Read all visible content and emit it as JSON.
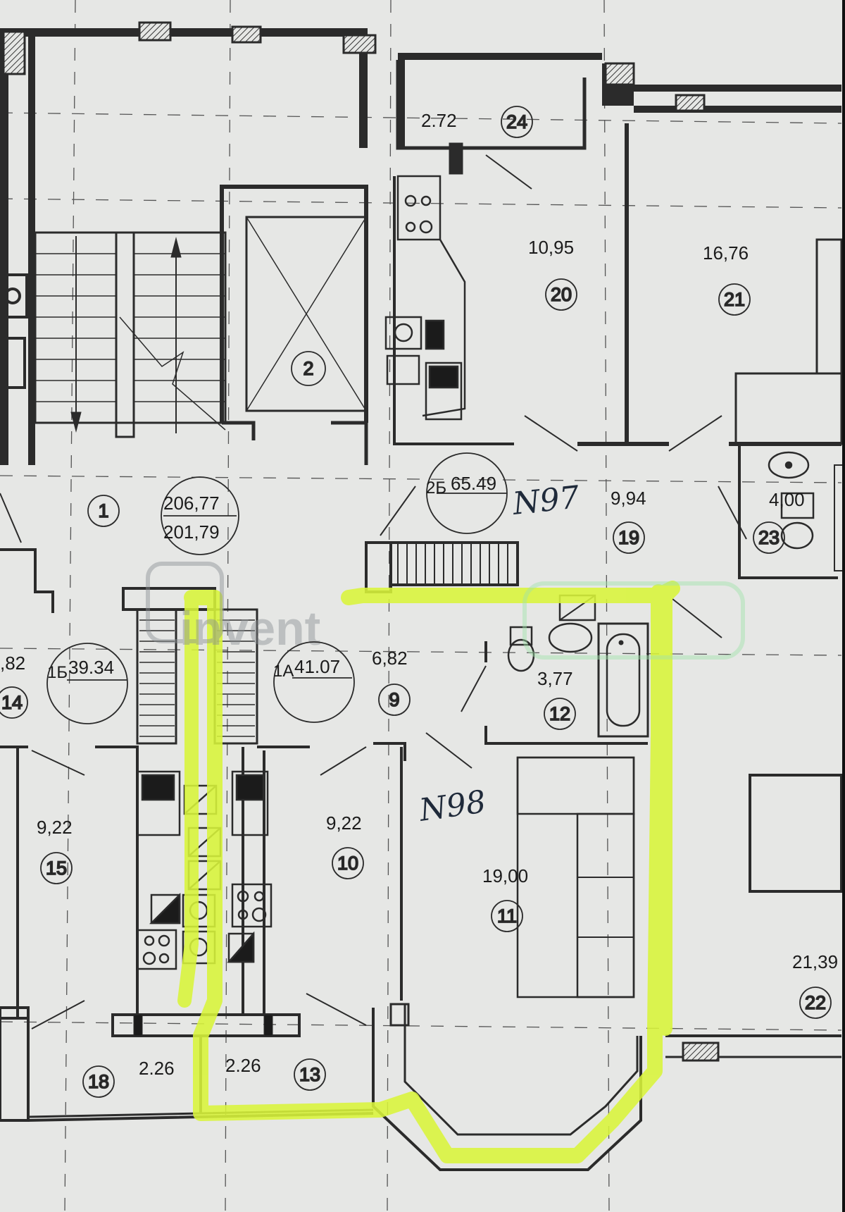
{
  "watermark": {
    "brand": "invent"
  },
  "rooms": [
    {
      "id": "r24",
      "number": "24",
      "area": "2.72"
    },
    {
      "id": "r20",
      "number": "20",
      "area": "10,95"
    },
    {
      "id": "r21",
      "number": "21",
      "area": "16,76"
    },
    {
      "id": "r2",
      "number": "2",
      "area": ""
    },
    {
      "id": "r1",
      "number": "1",
      "area": ""
    },
    {
      "id": "r19",
      "number": "19",
      "area": "9,94"
    },
    {
      "id": "r23",
      "number": "23",
      "area": "4,00"
    },
    {
      "id": "r14",
      "number": "14",
      "area": ",82"
    },
    {
      "id": "r9",
      "number": "9",
      "area": "6,82"
    },
    {
      "id": "r12",
      "number": "12",
      "area": "3,77"
    },
    {
      "id": "r15",
      "number": "15",
      "area": "9,22"
    },
    {
      "id": "r10",
      "number": "10",
      "area": "9,22"
    },
    {
      "id": "r11",
      "number": "11",
      "area": "19,00"
    },
    {
      "id": "r22",
      "number": "22",
      "area": "21,39"
    },
    {
      "id": "r18",
      "number": "18",
      "area": "2.26"
    },
    {
      "id": "r13",
      "number": "13",
      "area": "2.26"
    }
  ],
  "section_total": {
    "top": "206,77",
    "bottom": "201,79"
  },
  "apartments": [
    {
      "id": "a2b",
      "code": "2Б",
      "area": "65.49"
    },
    {
      "id": "a1b",
      "code": "1Б",
      "area": "39.34"
    },
    {
      "id": "a1a",
      "code": "1А",
      "area": "41.07"
    }
  ],
  "handwritten": {
    "n97": "N97",
    "n98": "N98"
  },
  "colors": {
    "highlight": "#d9f53a",
    "wall": "#2b2b2b",
    "paper": "#e6e7e5",
    "watermark": "#9fe3a8"
  }
}
